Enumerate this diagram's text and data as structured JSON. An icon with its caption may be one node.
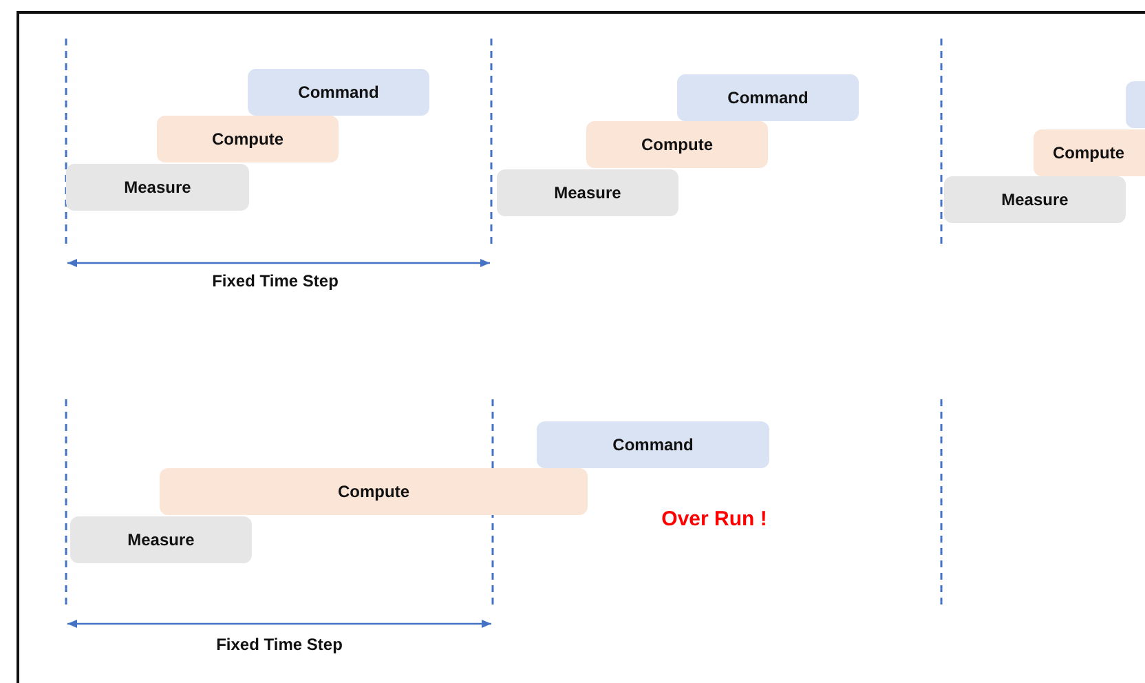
{
  "diagram": {
    "nodes": [
      {
        "text": [
          "Command"
        ]
      },
      {
        "text": [
          "Compute"
        ]
      },
      {
        "text": [
          "Measure"
        ]
      },
      {
        "text": [
          "Command"
        ]
      },
      {
        "text": [
          "Compute"
        ]
      },
      {
        "text": [
          "Measure"
        ]
      },
      {
        "text": [],
        "shape": "box"
      },
      {
        "text": [
          "Compute"
        ]
      },
      {
        "text": [
          "Measure"
        ]
      },
      {
        "text": [
          "Command"
        ]
      },
      {
        "text": [
          "Compute"
        ]
      },
      {
        "text": [
          "Measure"
        ]
      }
    ],
    "labels": [
      "Fixed Time Step",
      "Fixed Time Step",
      "Over Run !"
    ]
  }
}
